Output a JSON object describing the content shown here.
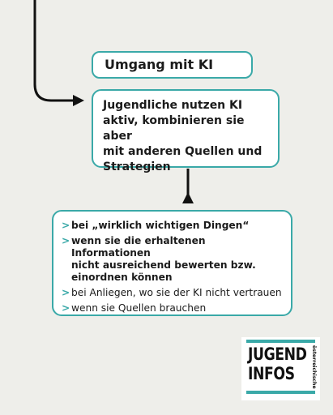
{
  "heading": "Umgang mit KI",
  "main_box": {
    "lines": [
      "Jugendliche nutzen KI",
      "aktiv, kombinieren sie aber",
      "mit anderen Quellen und",
      "Strategien"
    ]
  },
  "reasons": [
    {
      "lines": [
        "bei „wirklich wichtigen Dingen“"
      ],
      "bold": true
    },
    {
      "lines": [
        "wenn sie die erhaltenen Informationen",
        "nicht ausreichend bewerten bzw.",
        "einordnen können"
      ],
      "bold": true
    },
    {
      "lines": [
        "bei Anliegen, wo sie der KI nicht vertrauen"
      ],
      "bold": false
    },
    {
      "lines": [
        "wenn sie Quellen brauchen"
      ],
      "bold": false
    }
  ],
  "bullet_glyph": ">",
  "logo": {
    "line1": "JUGEND",
    "line2": "INFOS",
    "vertical": "österreichische"
  },
  "colors": {
    "accent": "#3aa9a8",
    "background": "#eeeeea",
    "text": "#1b1b1b"
  }
}
